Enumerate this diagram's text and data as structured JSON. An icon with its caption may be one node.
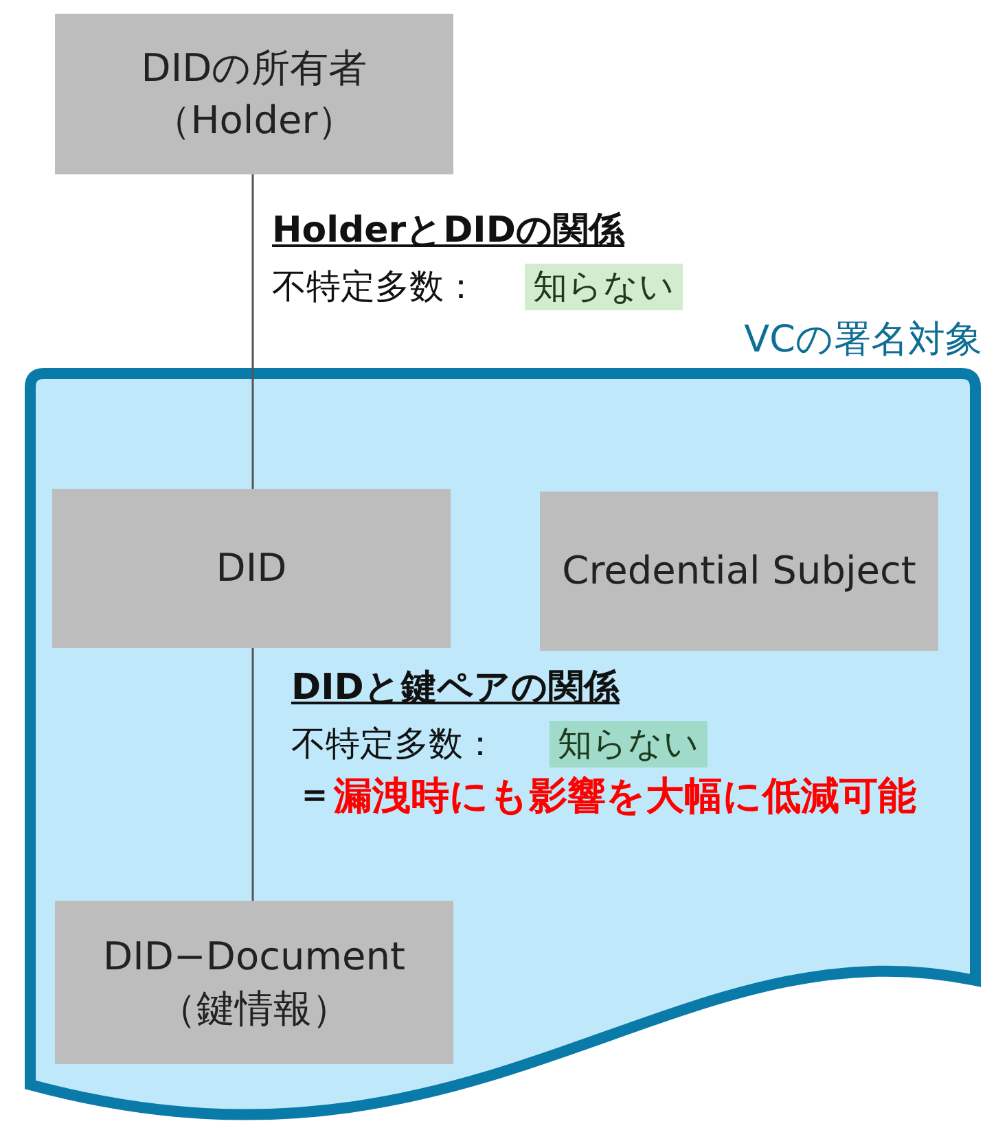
{
  "diagram": {
    "nodes": [
      {
        "text": [
          "DIDの所有者（Holder）"
        ]
      },
      {
        "text": [
          "VCの署名対象"
        ]
      },
      {
        "text": [
          "DID"
        ],
        "in": 1
      },
      {
        "text": [
          "Credential Subject"
        ],
        "in": 1
      },
      {
        "text": [
          "DID−Document（鍵情報）"
        ],
        "in": 1
      }
    ],
    "edges": [
      {
        "from": 0,
        "to": 2,
        "arrow": "none"
      },
      {
        "from": 2,
        "to": 4,
        "arrow": "none"
      }
    ],
    "labels": [
      "HolderとDIDの関係",
      "不特定多数：",
      "知らない",
      "DIDと鍵ペアの関係",
      "不特定多数：",
      "知らない",
      "＝",
      "漏洩時にも影響を大幅に低減可能"
    ]
  }
}
